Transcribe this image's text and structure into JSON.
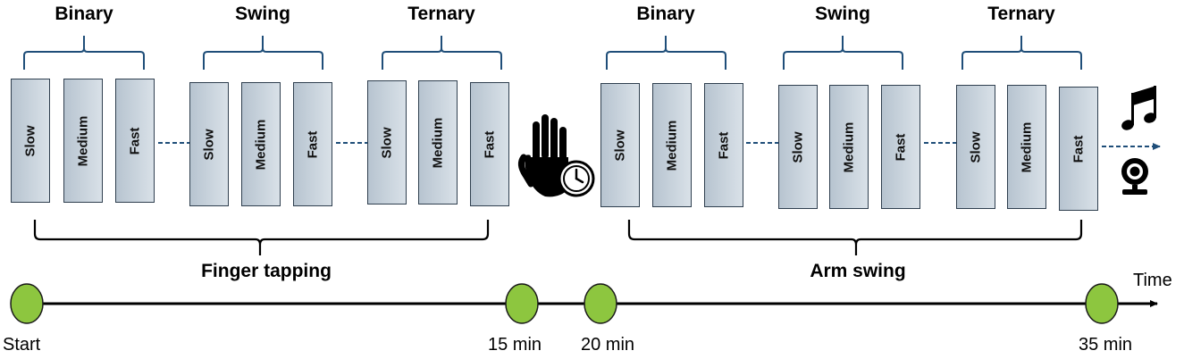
{
  "phases": [
    {
      "title": "Finger tapping",
      "groups": [
        {
          "title": "Binary",
          "conditions": [
            "Slow",
            "Medium",
            "Fast"
          ]
        },
        {
          "title": "Swing",
          "conditions": [
            "Slow",
            "Medium",
            "Fast"
          ]
        },
        {
          "title": "Ternary",
          "conditions": [
            "Slow",
            "Medium",
            "Fast"
          ]
        }
      ]
    },
    {
      "title": "Arm swing",
      "groups": [
        {
          "title": "Binary",
          "conditions": [
            "Slow",
            "Medium",
            "Fast"
          ]
        },
        {
          "title": "Swing",
          "conditions": [
            "Slow",
            "Medium",
            "Fast"
          ]
        },
        {
          "title": "Ternary",
          "conditions": [
            "Slow",
            "Medium",
            "Fast"
          ]
        }
      ]
    }
  ],
  "timeline": {
    "axis_label": "Time",
    "milestones": [
      "Start",
      "15 min",
      "20 min",
      "35 min"
    ]
  },
  "icons": {
    "break": "hand-clock-icon",
    "music": "music-note-icon",
    "camera": "webcam-icon"
  },
  "colors": {
    "brace": "#1f4e79",
    "dashes": "#1f4e79",
    "milestone_fill": "#8dc63f",
    "milestone_stroke": "#1a1a1a",
    "condition_fill_start": "#b7c4d0",
    "condition_fill_end": "#d9e1e8"
  }
}
